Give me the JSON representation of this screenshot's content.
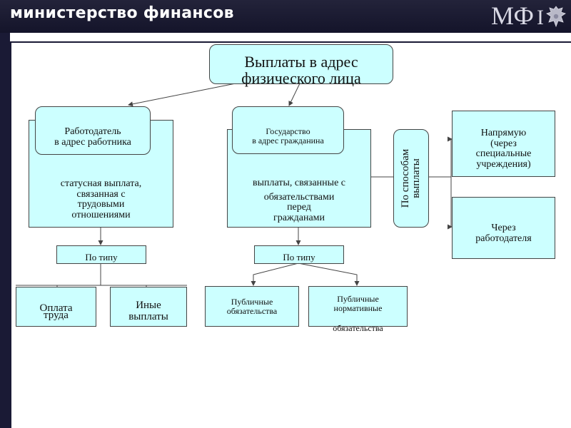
{
  "header": {
    "title": "министерство финансов",
    "logo": "МФ",
    "logo_suffix": "I",
    "emblem_icon": "double-headed-eagle-emblem"
  },
  "diagram": {
    "root": {
      "line1": "Выплаты в адрес",
      "line2": "физического лица"
    },
    "left": {
      "header_line1": "Работодатель",
      "header_line2": "в адрес работника",
      "body": [
        "статусная выплата,",
        "связанная с",
        "трудовыми",
        "отношениями"
      ],
      "by_type": "По типу",
      "leaf1": [
        "Оплата",
        "труда"
      ],
      "leaf2": [
        "Иные",
        "выплаты"
      ]
    },
    "middle": {
      "header_line1": "Государство",
      "header_line2": "в адрес гражданина",
      "body": [
        "выплаты, связанные с",
        "обязательствами",
        "перед",
        "гражданами"
      ],
      "by_type": "По типу",
      "leaf1": [
        "Публичные",
        "обязательства"
      ],
      "leaf2": [
        "Публичные",
        "нормативные",
        "обязательства"
      ]
    },
    "right": {
      "by_method": [
        "По способам",
        "выплаты"
      ],
      "option1": [
        "Напрямую",
        "(через",
        "специальные",
        "учреждения)"
      ],
      "option2": [
        "Через",
        "работодателя"
      ]
    }
  },
  "colors": {
    "box_fill": "#ccffff",
    "header_bg": "#1a1a35",
    "stroke": "#444444"
  }
}
